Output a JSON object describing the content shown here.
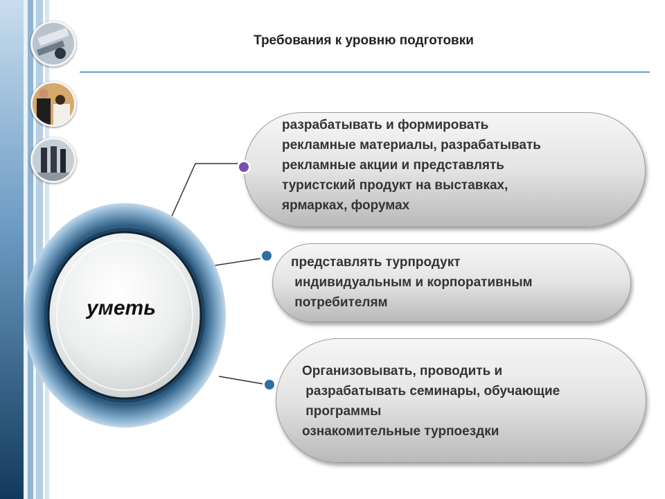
{
  "slide": {
    "title": "Требования к уровню подготовки",
    "hub_label": "уметь",
    "items": [
      {
        "text": "разрабатывать и формировать\nрекламные материалы, разрабатывать\nрекламные акции и представлять\nтуристский продукт на выставках,\nярмарках, форумах",
        "dot_color": "#7b4fae"
      },
      {
        "text": "представлять турпродукт\n индивидуальным и корпоративным\n потребителям",
        "dot_color": "#2f6f9f"
      },
      {
        "text": "Организовывать, проводить и\n разрабатывать семинары, обучающие\n программы\nознакомительные турпоездки",
        "dot_color": "#2f6f9f"
      }
    ],
    "photos": [
      "office-objects-photo",
      "business-people-photo",
      "walking-people-photo"
    ]
  }
}
